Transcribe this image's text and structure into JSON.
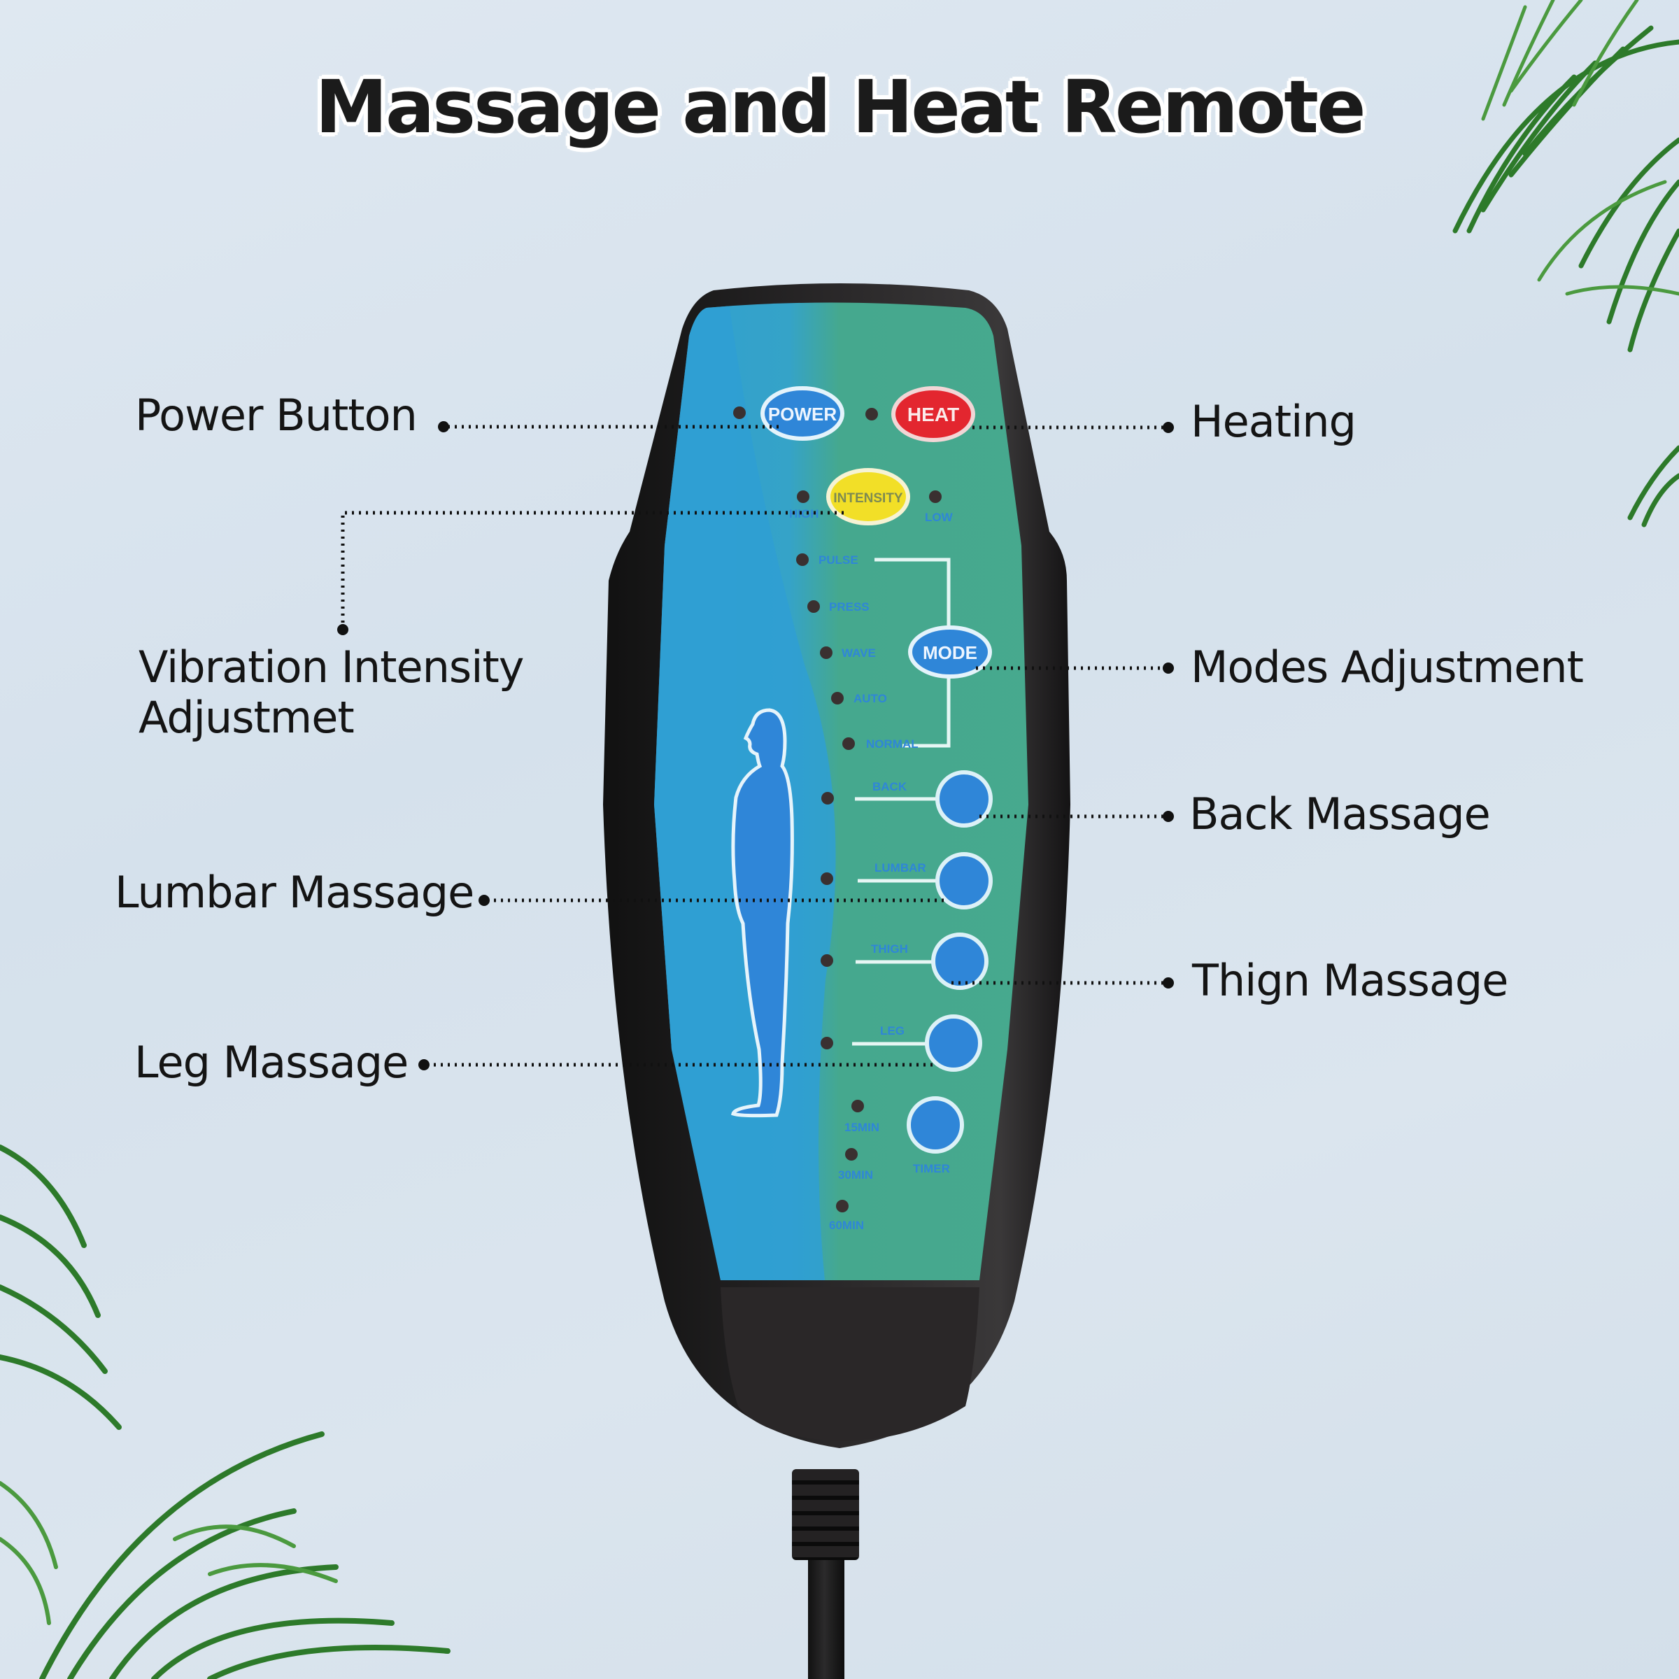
{
  "title": "Massage and Heat Remote",
  "callouts": {
    "power": "Power Button",
    "heating": "Heating",
    "intensity_line1": "Vibration Intensity",
    "intensity_line2": "Adjustmet",
    "modes": "Modes Adjustment",
    "back": "Back Massage",
    "lumbar": "Lumbar Massage",
    "thigh": "Thign Massage",
    "leg": "Leg Massage"
  },
  "remote": {
    "buttons": {
      "power": "POWER",
      "heat": "HEAT",
      "intensity": "INTENSITY",
      "mode": "MODE",
      "timer": "TIMER"
    },
    "intensity_levels": [
      "HIGH",
      "LOW"
    ],
    "modes": [
      "PULSE",
      "PRESS",
      "WAVE",
      "AUTO",
      "NORMAL"
    ],
    "zones": [
      "BACK",
      "LUMBAR",
      "THIGH",
      "LEG"
    ],
    "timer_options": [
      "15MIN",
      "30MIN",
      "60MIN"
    ]
  },
  "colors": {
    "panel_blue": "#2f9fd3",
    "panel_green": "#45a88e",
    "power": "#2f86d8",
    "heat": "#e3262f",
    "intensity": "#f2df27",
    "button_blue": "#2f86d8",
    "shell": "#1e1c1d"
  }
}
